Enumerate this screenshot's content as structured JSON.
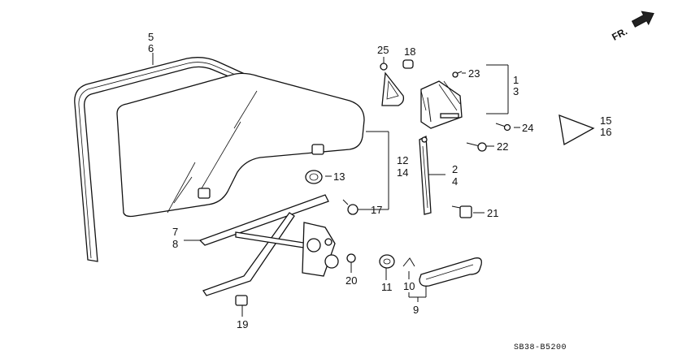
{
  "direction_label": "FR.",
  "diagram_code": "SB38-B5200",
  "callouts": {
    "c5": "5",
    "c6": "6",
    "c25": "25",
    "c18": "18",
    "c23": "23",
    "c1": "1",
    "c3": "3",
    "c15": "15",
    "c16": "16",
    "c24": "24",
    "c22": "22",
    "c12": "12",
    "c14": "14",
    "c13": "13",
    "c2": "2",
    "c4": "4",
    "c17": "17",
    "c21": "21",
    "c7": "7",
    "c8": "8",
    "c20": "20",
    "c11": "11",
    "c10": "10",
    "c9": "9",
    "c19": "19"
  }
}
